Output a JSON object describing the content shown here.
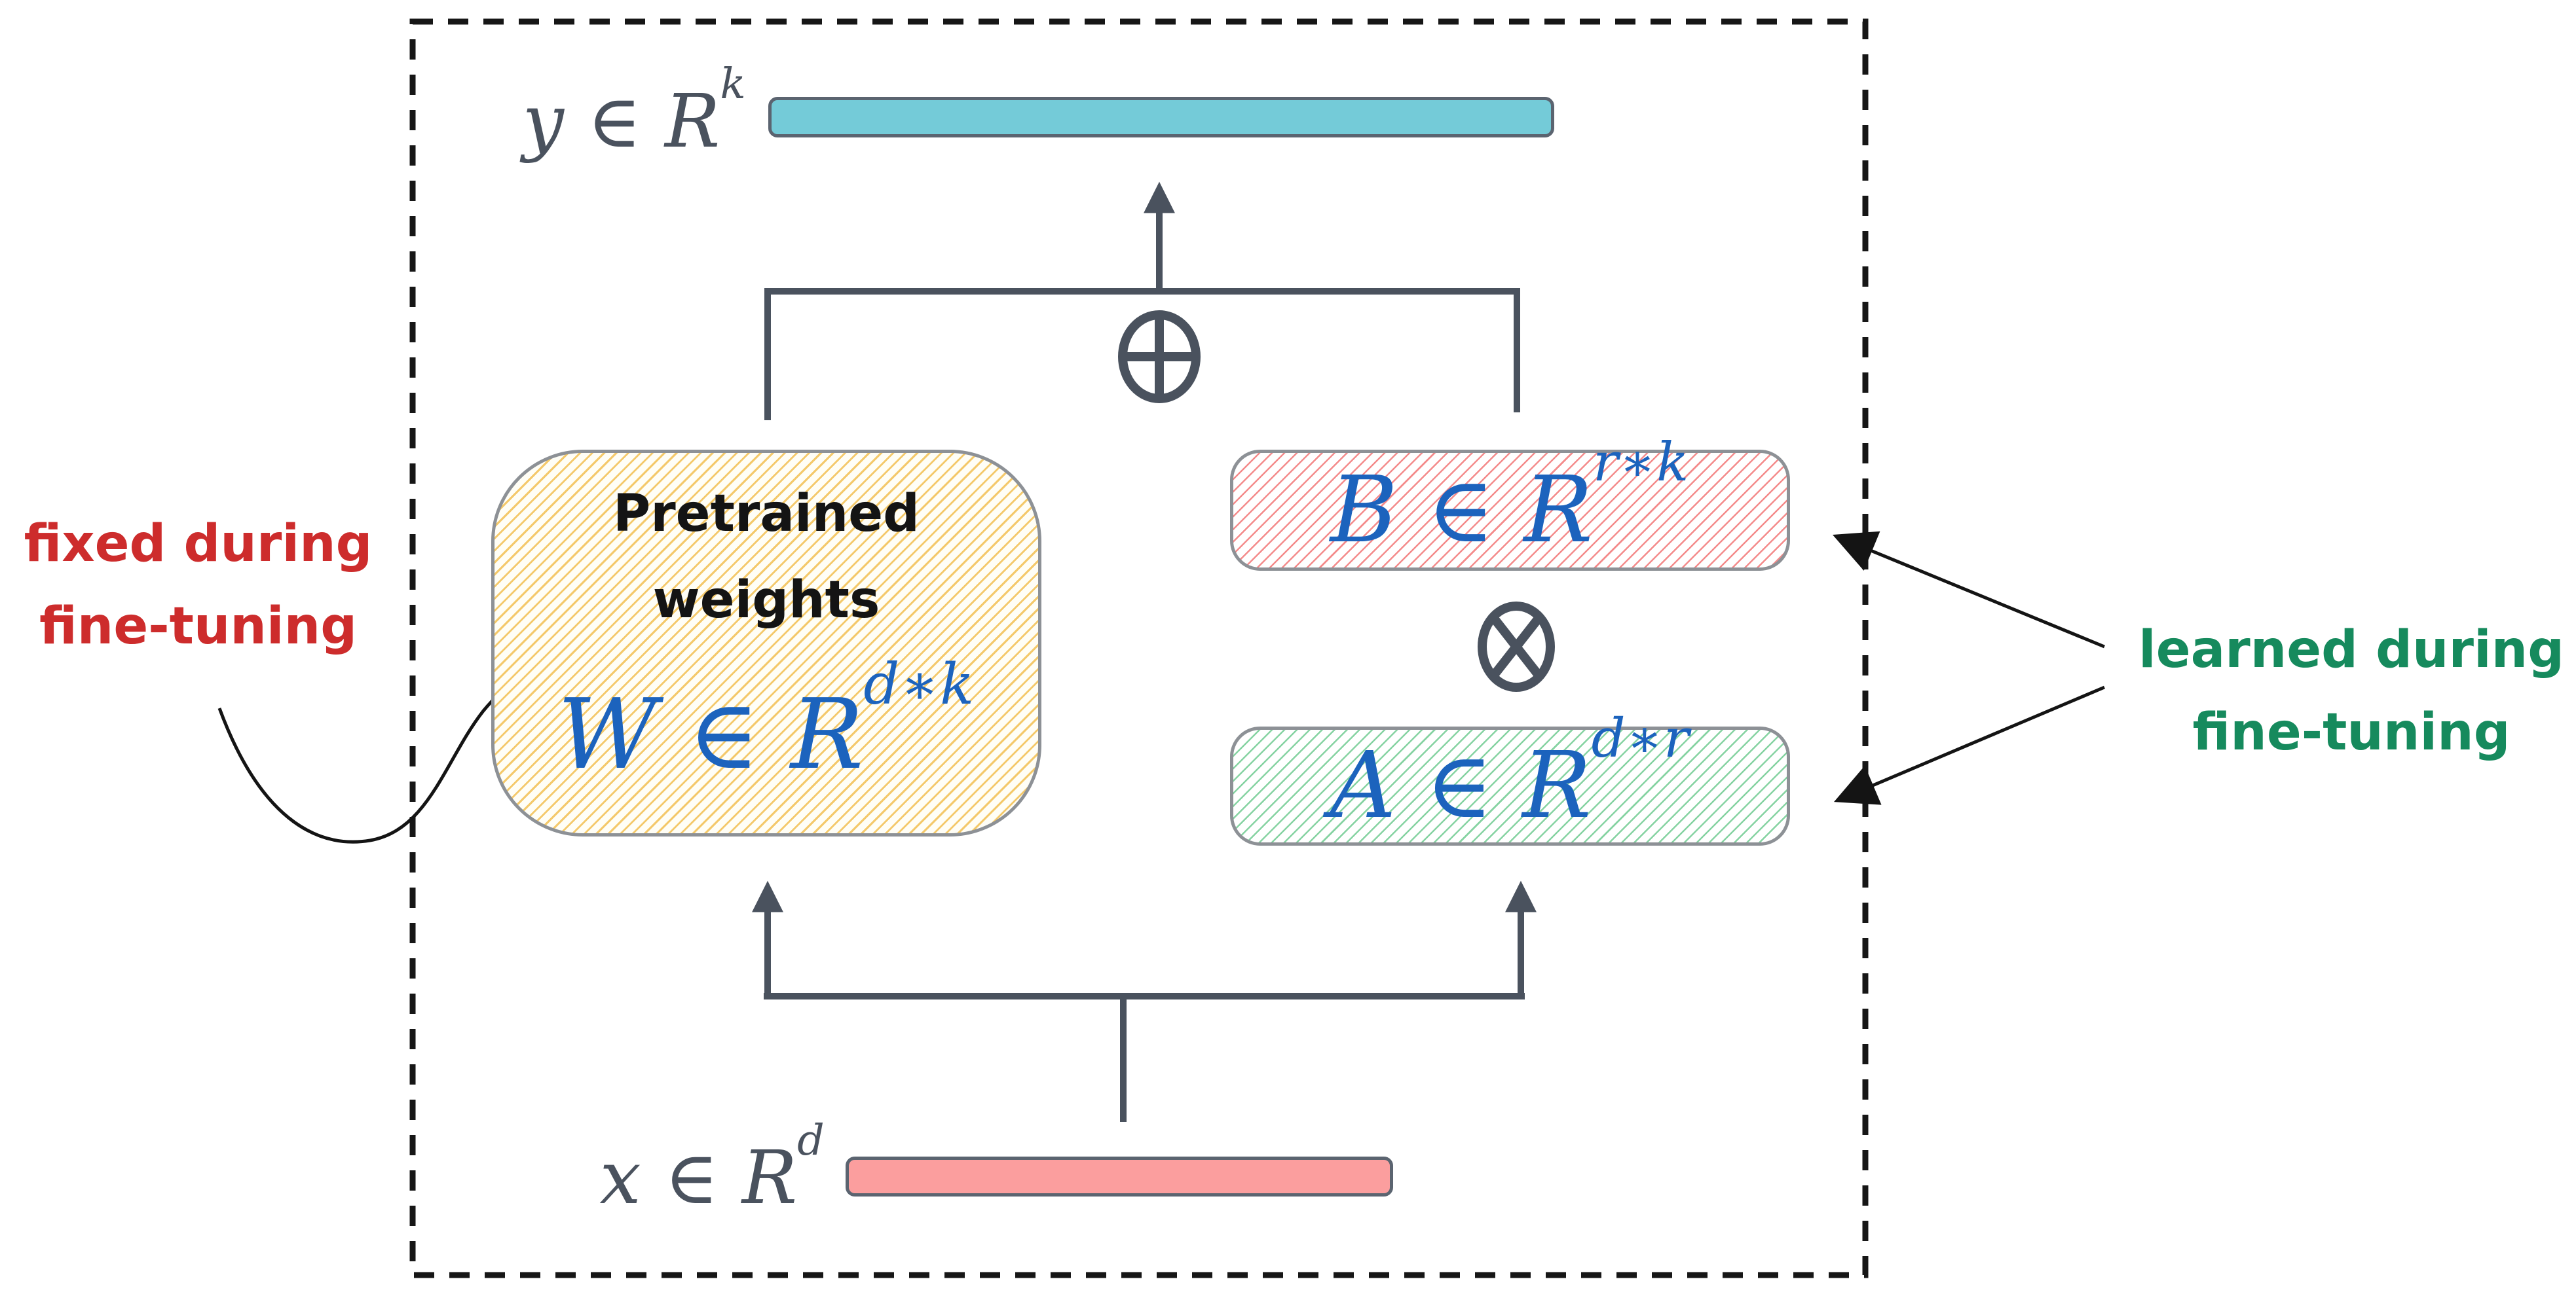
{
  "colors": {
    "slate": "#4a525e",
    "blue": "#1c63bd",
    "red": "#cd2c2c",
    "green": "#168a5d",
    "ink": "#161616",
    "teal_bar": "#74cbd8",
    "pink_bar": "#fb9e9e",
    "bar_border": "#5b6470",
    "box_border": "#8d9196",
    "hatch_yellow": "#f4c96b",
    "hatch_pink": "#f48b8b",
    "hatch_green": "#86d3a2"
  },
  "labels": {
    "y_vector": {
      "base": "y ∈ R",
      "sup": "k"
    },
    "x_vector": {
      "base": "x ∈ R",
      "sup": "d"
    },
    "w_matrix": {
      "base": "W ∈ R",
      "sup": "d∗k"
    },
    "b_matrix": {
      "base": "B ∈ R",
      "sup": "r∗k"
    },
    "a_matrix": {
      "base": "A ∈ R",
      "sup": "d∗r"
    }
  },
  "pretrained_box": {
    "line1": "Pretrained",
    "line2": "weights"
  },
  "annotations": {
    "fixed": {
      "line1": "fixed during",
      "line2": "fine-tuning"
    },
    "learned": {
      "line1": "learned during",
      "line2": "fine-tuning"
    }
  },
  "operators": {
    "add": "⊕",
    "multiply": "⊗"
  }
}
